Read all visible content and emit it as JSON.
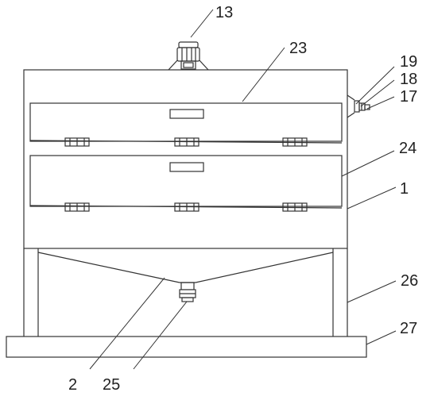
{
  "colors": {
    "line": "#333333",
    "background": "#ffffff"
  },
  "labels": {
    "l13": "13",
    "l23": "23",
    "l19": "19",
    "l18": "18",
    "l17": "17",
    "l24": "24",
    "l1": "1",
    "l26": "26",
    "l27": "27",
    "l2": "2",
    "l25": "25"
  }
}
